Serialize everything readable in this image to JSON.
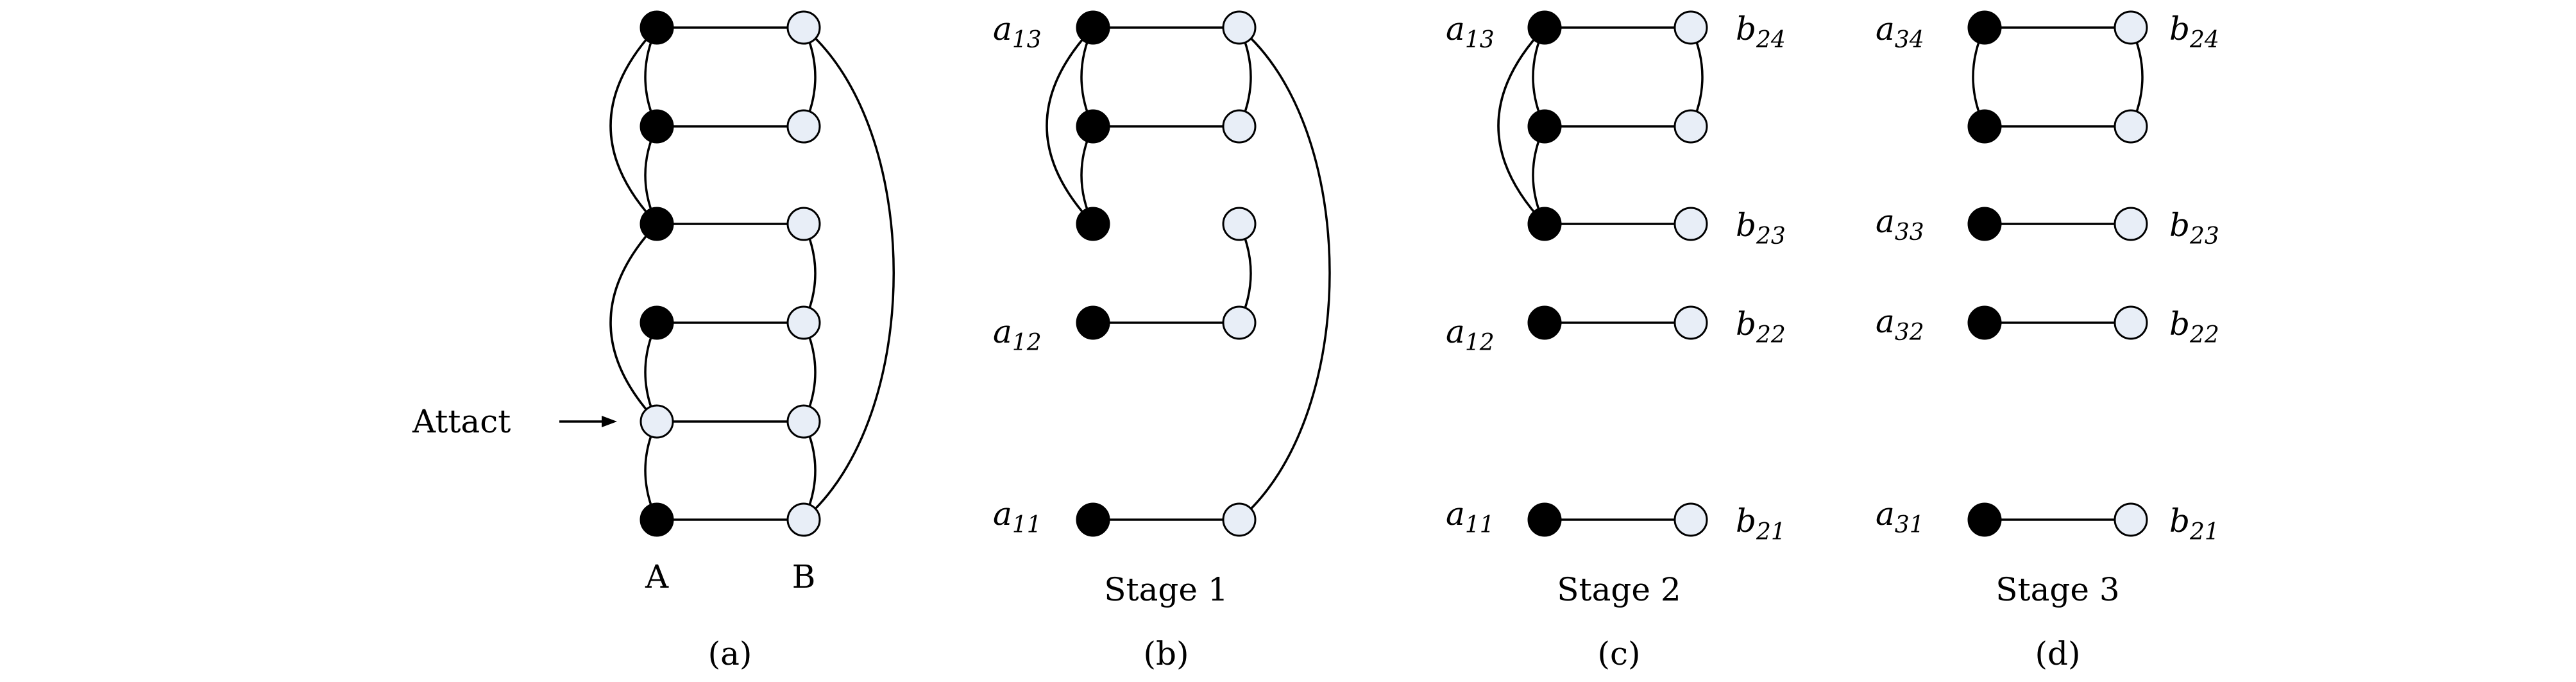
{
  "colors": {
    "node_black": "#000000",
    "node_light": "#e8eef7",
    "edge": "#000000"
  },
  "panel_a": {
    "caption": "(a)",
    "attack_label": "Attact",
    "column_labels": [
      "A",
      "B"
    ]
  },
  "panel_b": {
    "caption": "(b)",
    "stage": "Stage 1",
    "labels": [
      {
        "base": "a",
        "sub": "13"
      },
      {
        "base": "a",
        "sub": "12"
      },
      {
        "base": "a",
        "sub": "11"
      }
    ]
  },
  "panel_c": {
    "caption": "(c)",
    "stage": "Stage 2",
    "labels_left": [
      {
        "base": "a",
        "sub": "13"
      },
      {
        "base": "a",
        "sub": "12"
      },
      {
        "base": "a",
        "sub": "11"
      }
    ],
    "labels_right": [
      {
        "base": "b",
        "sub": "24"
      },
      {
        "base": "b",
        "sub": "23"
      },
      {
        "base": "b",
        "sub": "22"
      },
      {
        "base": "b",
        "sub": "21"
      }
    ]
  },
  "panel_d": {
    "caption": "(d)",
    "stage": "Stage 3",
    "labels_left": [
      {
        "base": "a",
        "sub": "34"
      },
      {
        "base": "a",
        "sub": "33"
      },
      {
        "base": "a",
        "sub": "32"
      },
      {
        "base": "a",
        "sub": "31"
      }
    ],
    "labels_right": [
      {
        "base": "b",
        "sub": "24"
      },
      {
        "base": "b",
        "sub": "23"
      },
      {
        "base": "b",
        "sub": "22"
      },
      {
        "base": "b",
        "sub": "21"
      }
    ]
  }
}
